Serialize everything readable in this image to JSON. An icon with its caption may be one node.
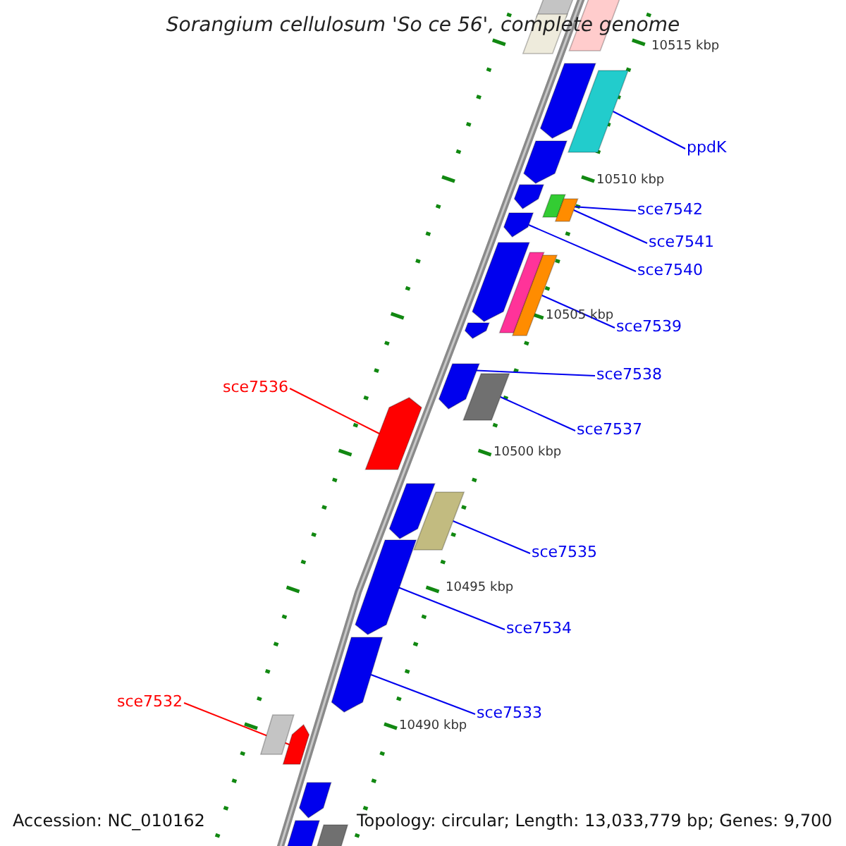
{
  "diagram": {
    "title": "Sorangium cellulosum 'So ce 56', complete genome",
    "nodes": [
      {
        "text": [
          "ppdK"
        ]
      },
      {
        "text": [
          "sce7542"
        ]
      },
      {
        "text": [
          "sce7541"
        ]
      },
      {
        "text": [
          "sce7540"
        ]
      },
      {
        "text": [
          "sce7539"
        ]
      },
      {
        "text": [
          "sce7538"
        ]
      },
      {
        "text": [
          "sce7537"
        ]
      },
      {
        "text": [
          "sce7536"
        ]
      },
      {
        "text": [
          "sce7535"
        ]
      },
      {
        "text": [
          "sce7534"
        ]
      },
      {
        "text": [
          "sce7533"
        ]
      },
      {
        "text": [
          "sce7532"
        ]
      },
      {
        "text": [],
        "shape": "bar"
      },
      {
        "text": [],
        "shape": "bar"
      },
      {
        "text": [],
        "shape": "bar"
      },
      {
        "text": [],
        "shape": "bar"
      },
      {
        "text": [],
        "shape": "bar"
      },
      {
        "text": [],
        "shape": "bar"
      },
      {
        "text": [],
        "shape": "bar"
      },
      {
        "text": [],
        "shape": "bar"
      },
      {
        "text": [],
        "shape": "bar"
      },
      {
        "text": [],
        "shape": "bar"
      },
      {
        "text": [],
        "shape": "bar"
      },
      {
        "text": [],
        "shape": "bar"
      },
      {
        "text": [],
        "shape": "bar"
      },
      {
        "text": [],
        "shape": "bar"
      },
      {
        "text": [],
        "shape": "bar"
      },
      {
        "text": [],
        "shape": "bar"
      },
      {
        "text": [],
        "shape": "bar"
      },
      {
        "text": [],
        "shape": "bar"
      },
      {
        "text": [],
        "shape": "bar"
      },
      {
        "text": [],
        "shape": "bar"
      },
      {
        "text": [],
        "shape": "bar"
      },
      {
        "text": [],
        "shape": "bar"
      },
      {
        "text": [],
        "shape": "bar"
      },
      {
        "text": [],
        "shape": "bar"
      },
      {
        "text": [],
        "shape": "bar"
      },
      {
        "text": [],
        "shape": "bar"
      }
    ],
    "edges": [
      {
        "from": 0,
        "to": 16,
        "arrow": "none"
      },
      {
        "from": 1,
        "to": 19,
        "arrow": "none"
      },
      {
        "from": 2,
        "to": 20,
        "arrow": "none"
      },
      {
        "from": 3,
        "to": 21,
        "arrow": "none"
      },
      {
        "from": 4,
        "to": 24,
        "arrow": "none"
      },
      {
        "from": 5,
        "to": 26,
        "arrow": "none"
      },
      {
        "from": 6,
        "to": 27,
        "arrow": "none"
      },
      {
        "from": 7,
        "to": 28,
        "arrow": "none",
        "color": "#ff0000"
      },
      {
        "from": 8,
        "to": 30,
        "arrow": "none"
      },
      {
        "from": 9,
        "to": 31,
        "arrow": "none"
      },
      {
        "from": 10,
        "to": 32,
        "arrow": "none"
      },
      {
        "from": 11,
        "to": 34,
        "arrow": "none",
        "color": "#ff0000"
      }
    ],
    "labels": [
      "10515 kbp",
      "10510 kbp",
      "10505 kbp",
      "10500 kbp",
      "10495 kbp",
      "10490 kbp",
      "Accession: NC_010162",
      "Topology: circular; Length: 13,033,779 bp; Genes: 9,700"
    ]
  }
}
